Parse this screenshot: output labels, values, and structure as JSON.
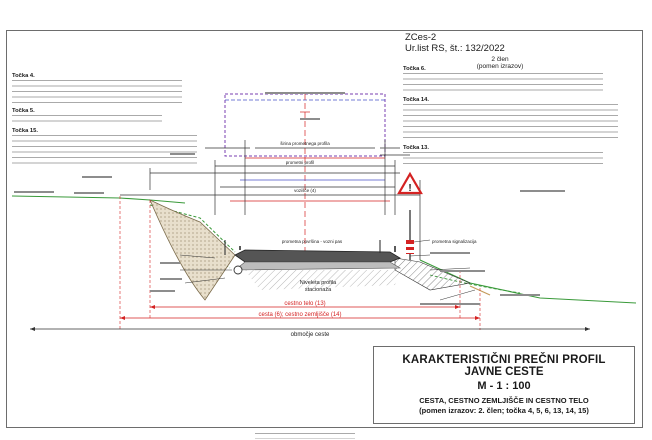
{
  "header": {
    "page_id": "ZCes-2",
    "gazette": "Ur.list RS, št.: 132/2022",
    "article_label": "2 člen\n(pomen izrazov)"
  },
  "notes": {
    "left": [
      {
        "heading": "Točka 4."
      },
      {
        "heading": "Točka 5."
      },
      {
        "heading": "Točka 15."
      }
    ],
    "right": [
      {
        "heading": "Točka 6."
      },
      {
        "heading": "Točka 14."
      },
      {
        "heading": "Točka 13."
      }
    ]
  },
  "diagram": {
    "labels": {
      "cestno_telo": "cestno telo (13)",
      "cesta": "cesta (6); cestno zemljišče (14)",
      "obmocje": "območje ceste",
      "niveleta": "Niveleta profila\nstacionaža",
      "vozisce": "vozišče (4)",
      "prometna_signalizacija": "prometna signalizacija",
      "sirina_prometnega_profila": "širina prometnega profila",
      "prometni_profil": "prometni profil",
      "prostor_nad": "prometna površina - vozni pas"
    }
  },
  "title_block": {
    "title": "KARAKTERISTIČNI PREČNI PROFIL",
    "subtitle": "JAVNE CESTE",
    "scale": "M - 1 : 100",
    "description": "CESTA, CESTNO ZEMLJIŠČE IN CESTNO TELO",
    "articles": "(pomen izrazov: 2. člen; točka 4, 5, 6, 13, 14, 15)"
  },
  "colors": {
    "terrain_green": "#3a9a3a",
    "road_grey": "#555555",
    "dim_red": "#d42222",
    "dim_purple": "#7a3fb0",
    "dim_blue": "#4a52c8",
    "frame_grey": "#6d6d6d"
  }
}
